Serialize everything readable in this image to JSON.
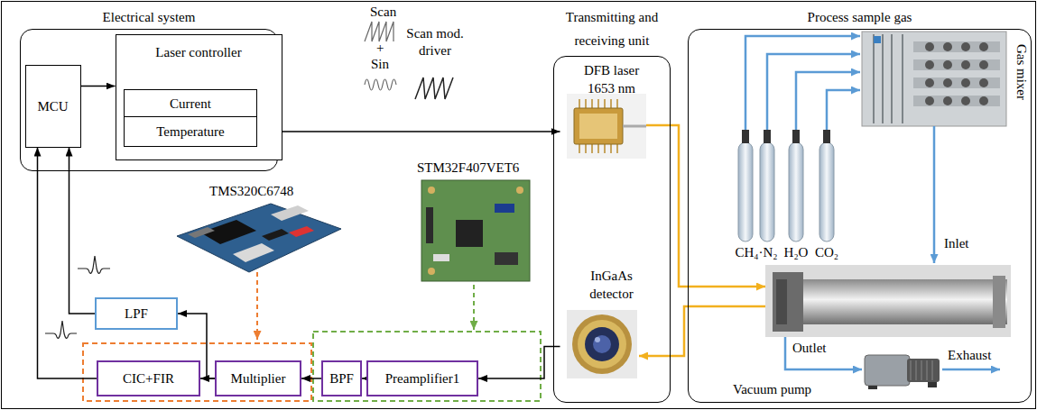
{
  "diagram": {
    "nodes": [
      {
        "text": [
          "Electrical system"
        ]
      },
      {
        "text": [
          "MCU"
        ],
        "in": 0
      },
      {
        "text": [
          "Laser controller"
        ],
        "in": 0
      },
      {
        "text": [
          "Current"
        ],
        "in": 2
      },
      {
        "text": [
          "Temperature"
        ],
        "in": 2
      },
      {
        "text": [
          "Transmitting and receiving unit"
        ]
      },
      {
        "text": [
          "DFB laser 1653 nm"
        ],
        "in": 5
      },
      {
        "text": [
          "InGaAs detector"
        ],
        "in": 5
      },
      {
        "text": [
          "Process sample gas"
        ]
      },
      {
        "text": [
          "LPF"
        ]
      },
      {
        "text": [
          "CIC+FIR"
        ]
      },
      {
        "text": [
          "Multiplier"
        ]
      },
      {
        "text": [
          "BPF"
        ]
      },
      {
        "text": [
          "Preamplifier1"
        ]
      }
    ],
    "edges": [
      {
        "from": 1,
        "to": 2,
        "arrow": "to"
      },
      {
        "from": 4,
        "to": 6,
        "arrow": "to"
      },
      {
        "from": 7,
        "to": 13,
        "arrow": "to"
      },
      {
        "from": 13,
        "to": 12,
        "arrow": "to"
      },
      {
        "from": 12,
        "to": 11,
        "arrow": "to"
      },
      {
        "from": 11,
        "to": 10,
        "arrow": "to"
      },
      {
        "from": 11,
        "to": 9,
        "arrow": "to"
      },
      {
        "from": 9,
        "to": 1,
        "arrow": "to"
      },
      {
        "from": 10,
        "to": 1,
        "arrow": "to"
      }
    ],
    "labels": [
      "Scan",
      "+",
      "Sin",
      "Scan mod. driver",
      "TMS320C6748",
      "STM32F407VET6",
      "CH₄·N₂",
      "H₂O",
      "CO₂",
      "Gas mixer",
      "Inlet",
      "Outlet",
      "Exhaust",
      "Vacuum pump"
    ]
  }
}
